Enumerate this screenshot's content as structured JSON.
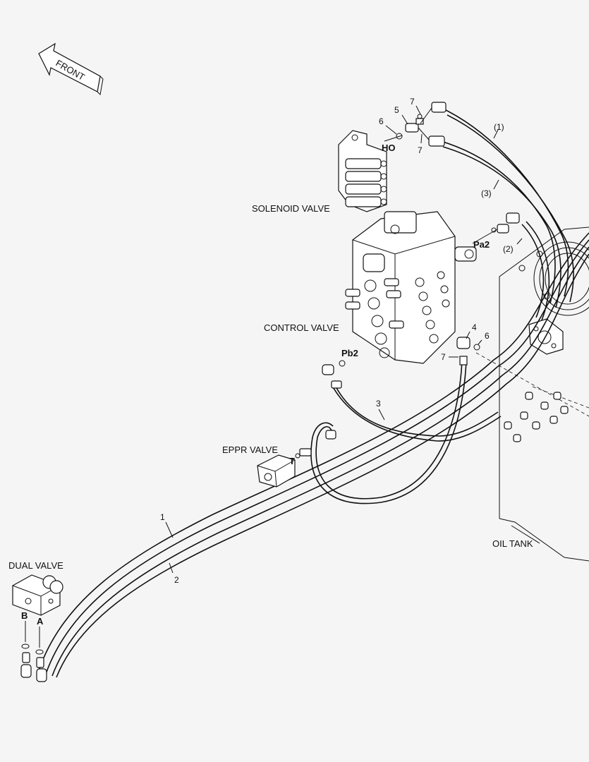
{
  "front_arrow": {
    "label": "FRONT"
  },
  "components": {
    "solenoid_valve": "SOLENOID VALVE",
    "control_valve": "CONTROL VALVE",
    "eppr_valve": "EPPR VALVE",
    "dual_valve": "DUAL VALVE",
    "oil_tank": "OIL TANK"
  },
  "ports": {
    "ho": "HO",
    "pa2": "Pa2",
    "pb2": "Pb2",
    "t": "T",
    "a": "A",
    "b": "B"
  },
  "callouts": {
    "c7_top": "7",
    "c5": "5",
    "c6_top": "6",
    "c7_mid": "7",
    "h1_paren": "(1)",
    "h3_paren": "(3)",
    "h2_paren": "(2)",
    "c4": "4",
    "c6_right": "6",
    "c7_right": "7",
    "h3": "3",
    "h1": "1",
    "h2": "2"
  }
}
